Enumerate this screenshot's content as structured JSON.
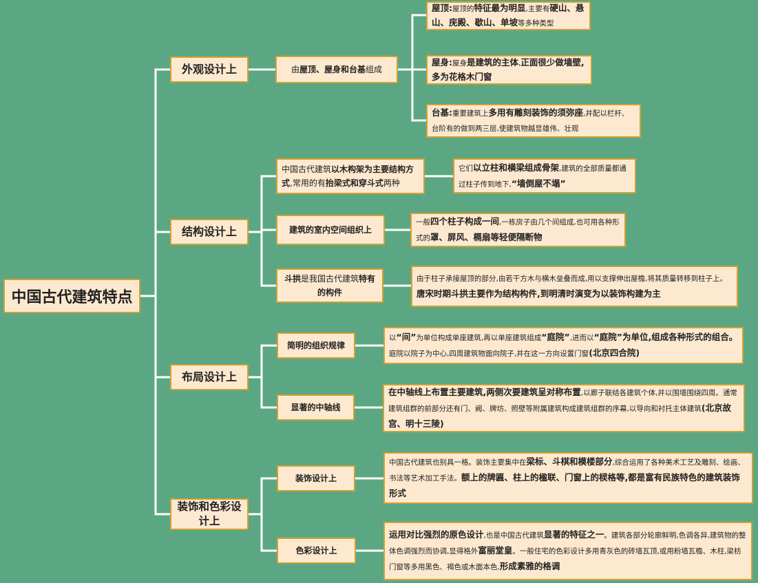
{
  "root": {
    "label": "中国古代建筑特点"
  },
  "branches": [
    {
      "label": "外观设计上",
      "items": [
        {
          "label": [
            {
              "t": "由"
            },
            {
              "t": "屋顶、屋身和台基",
              "b": true
            },
            {
              "t": "组成"
            }
          ],
          "details": [
            [
              {
                "t": "屋顶:",
                "b": true
              },
              {
                "t": "屋顶的"
              },
              {
                "t": "特征最为明显",
                "b": true
              },
              {
                "t": ",主要有"
              },
              {
                "t": "硬山、悬山、庑殿、歇山、单坡",
                "b": true
              },
              {
                "t": "等多种类型"
              }
            ],
            [
              {
                "t": "屋身:",
                "b": true
              },
              {
                "t": "屋身"
              },
              {
                "t": "是建筑的主体",
                "b": true
              },
              {
                "t": ","
              },
              {
                "t": "正面很少做墙壁,多为花格木门窗",
                "b": true
              }
            ],
            [
              {
                "t": "台基:",
                "b": true
              },
              {
                "t": "重要建筑上"
              },
              {
                "t": "多用有雕刻装饰的须弥座",
                "b": true
              },
              {
                "t": ",并配以栏杆、台阶有的做到两三层,使建筑物越显雄伟、壮观"
              }
            ]
          ]
        }
      ]
    },
    {
      "label": "结构设计上",
      "items": [
        {
          "label": [
            {
              "t": "中国古代建筑"
            },
            {
              "t": "以木构架为主要结构方式",
              "b": true
            },
            {
              "t": ",常用的有"
            },
            {
              "t": "抬梁式和穿斗式",
              "b": true
            },
            {
              "t": "两种"
            }
          ],
          "details": [
            [
              {
                "t": "它们"
              },
              {
                "t": "以立柱和横梁组成骨架",
                "b": true
              },
              {
                "t": ",建筑的全部质量都通过柱子传到地下,"
              },
              {
                "t": "“墙倒屋不塌”",
                "b": true
              }
            ]
          ]
        },
        {
          "label": [
            {
              "t": "建筑的室内空间组织上",
              "b": true
            }
          ],
          "details": [
            [
              {
                "t": "一般"
              },
              {
                "t": "四个柱子构成一间",
                "b": true
              },
              {
                "t": ",一栋房子由几个间组成,也可用各种形式的"
              },
              {
                "t": "罩、屏风、槅扇等轻便隔断物",
                "b": true
              }
            ]
          ]
        },
        {
          "label": [
            {
              "t": "斗拱",
              "b": true
            },
            {
              "t": "是我国古代建筑"
            },
            {
              "t": "特有的构件",
              "b": true
            }
          ],
          "details": [
            [
              {
                "t": "由于柱子承接屋顶的部分,由若干方木与横木垒叠而成,用以支撑伸出屋檐,将其质量转移到柱子上。"
              },
              {
                "t": "唐宋时期斗拱主要作为结构构件,到明清时演变为以装饰构建为主",
                "b": true
              }
            ]
          ]
        }
      ]
    },
    {
      "label": "布局设计上",
      "items": [
        {
          "label": [
            {
              "t": "简明的组织规律",
              "b": true
            }
          ],
          "details": [
            [
              {
                "t": "以"
              },
              {
                "t": "“间”",
                "b": true
              },
              {
                "t": "为单位构成单座建筑,再以单座建筑组成"
              },
              {
                "t": "“庭院”",
                "b": true
              },
              {
                "t": ",进而以"
              },
              {
                "t": "“庭院”为单位,组成各种形式的组合。",
                "b": true
              },
              {
                "t": "庭院以院子为中心,四周建筑物面向院子,并在这一方向设置门窗"
              },
              {
                "t": "(北京四合院)",
                "b": true
              }
            ]
          ]
        },
        {
          "label": [
            {
              "t": "显著的中轴线",
              "b": true
            }
          ],
          "details": [
            [
              {
                "t": "在中轴线上布置主要建筑,两侧次要建筑呈对称布置",
                "b": true
              },
              {
                "t": ",以廊子联结各建筑个体,并以围墙围绕四周。通常建筑组群的前部分还有门、阙、牌坊、照壁等附属建筑构成建筑组群的序幕,以导向和衬托主体建筑"
              },
              {
                "t": "(北京故宫、明十三陵)",
                "b": true
              }
            ]
          ]
        }
      ]
    },
    {
      "label": "装饰和色彩设计上",
      "items": [
        {
          "label": [
            {
              "t": "装饰设计上",
              "b": true
            }
          ],
          "details": [
            [
              {
                "t": "中国古代建筑也别具一格。装饰主要集中在"
              },
              {
                "t": "梁标、斗棋和模楼部分",
                "b": true
              },
              {
                "t": ",综合运用了各种美术工艺及雕刻、绘画、书法等艺术加工手法。"
              },
              {
                "t": "额上的牌匾、柱上的楹联、门窗上的棂格等,都是富有民族特色的建筑装饰形式",
                "b": true
              }
            ]
          ]
        },
        {
          "label": [
            {
              "t": "色彩设计上",
              "b": true
            }
          ],
          "details": [
            [
              {
                "t": "运用对比强烈的原色设计",
                "b": true
              },
              {
                "t": ",也是中国古代建筑"
              },
              {
                "t": "显著的特征之一",
                "b": true
              },
              {
                "t": "。建筑各部分轮廓鲜明,色调各异,建筑物的整体色调强烈而协调,显得格外"
              },
              {
                "t": "富丽堂皇",
                "b": true
              },
              {
                "t": "。一般住宅的色彩设计多用青灰色的砖墙瓦顶,或用粉墙瓦檐、木柱,梁枋门窗等多用黑色、褐色或木面本色,"
              },
              {
                "t": "形成素雅的格调",
                "b": true
              }
            ]
          ]
        }
      ]
    }
  ],
  "colors": {
    "background": "#5ba784",
    "box_fill": "#fde9cf",
    "box_border": "#d1a132",
    "line": "#ffffff"
  }
}
